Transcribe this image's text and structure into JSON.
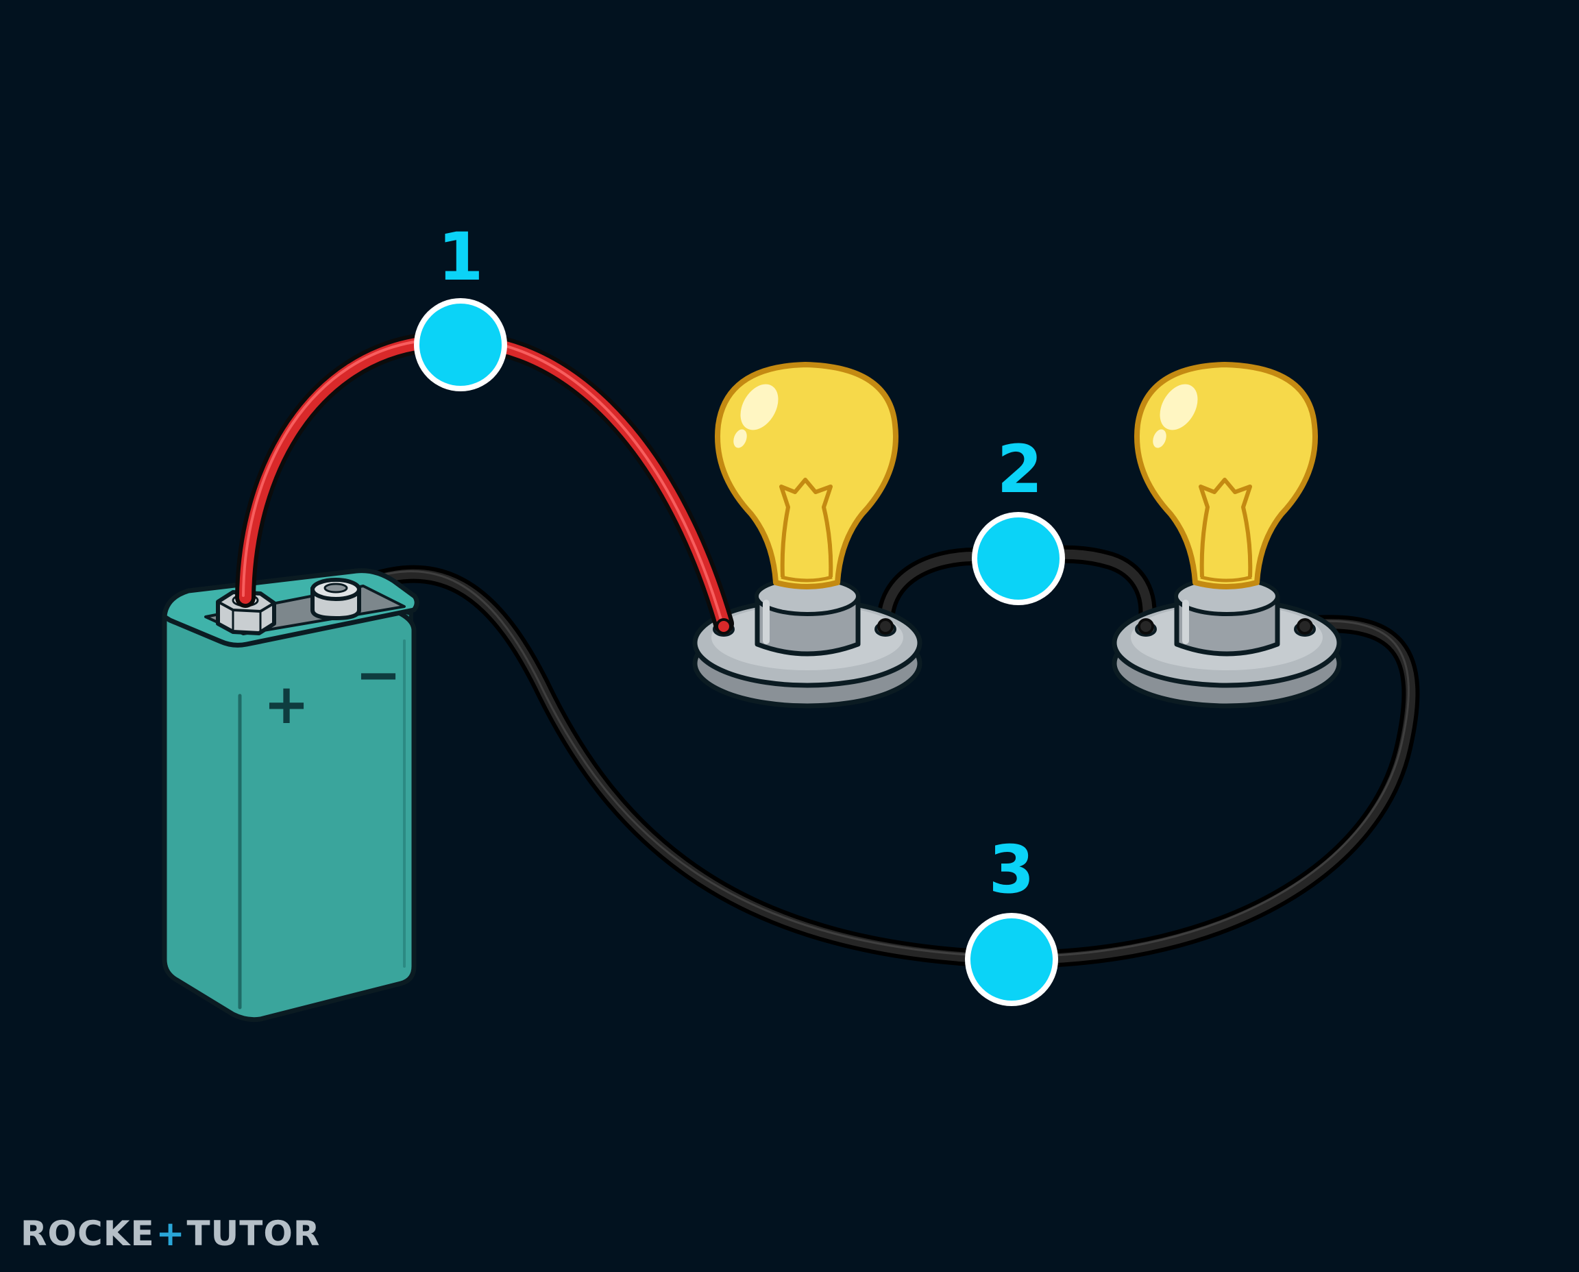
{
  "markers": [
    {
      "id": "1",
      "label": "1"
    },
    {
      "id": "2",
      "label": "2"
    },
    {
      "id": "3",
      "label": "3"
    }
  ],
  "battery": {
    "plus_sign": "+",
    "minus_sign": "−"
  },
  "brand": {
    "left": "ROCKE",
    "glyph": "+",
    "right": "TUTOR"
  },
  "colors": {
    "background": "#02121f",
    "marker": "#0bd3f7",
    "red_wire": "#e02a2a",
    "black_wire": "#1c1c1c",
    "battery": "#3aa59c",
    "bulb": "#f6d94a",
    "base": "#a7aeb4"
  }
}
